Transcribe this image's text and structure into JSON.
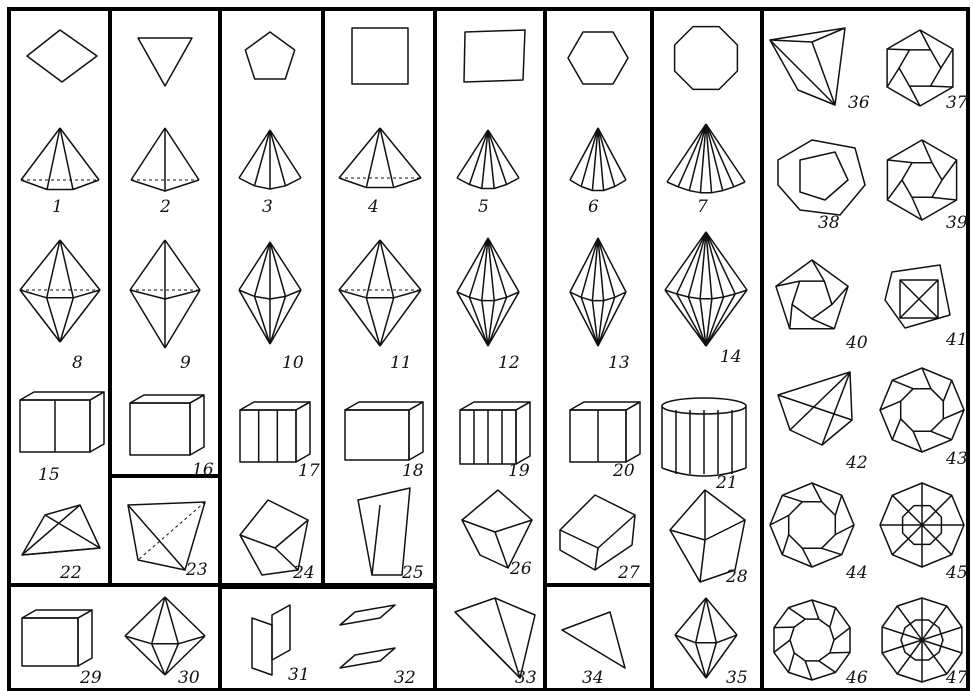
{
  "figure": {
    "labels": [
      "1",
      "2",
      "3",
      "4",
      "5",
      "6",
      "7",
      "8",
      "9",
      "10",
      "11",
      "12",
      "13",
      "14",
      "15",
      "16",
      "17",
      "18",
      "19",
      "20",
      "21",
      "22",
      "23",
      "24",
      "25",
      "26",
      "27",
      "28",
      "29",
      "30",
      "31",
      "32",
      "33",
      "34",
      "35",
      "36",
      "37",
      "38",
      "39",
      "40",
      "41",
      "42",
      "43",
      "44",
      "45",
      "46",
      "47"
    ]
  }
}
